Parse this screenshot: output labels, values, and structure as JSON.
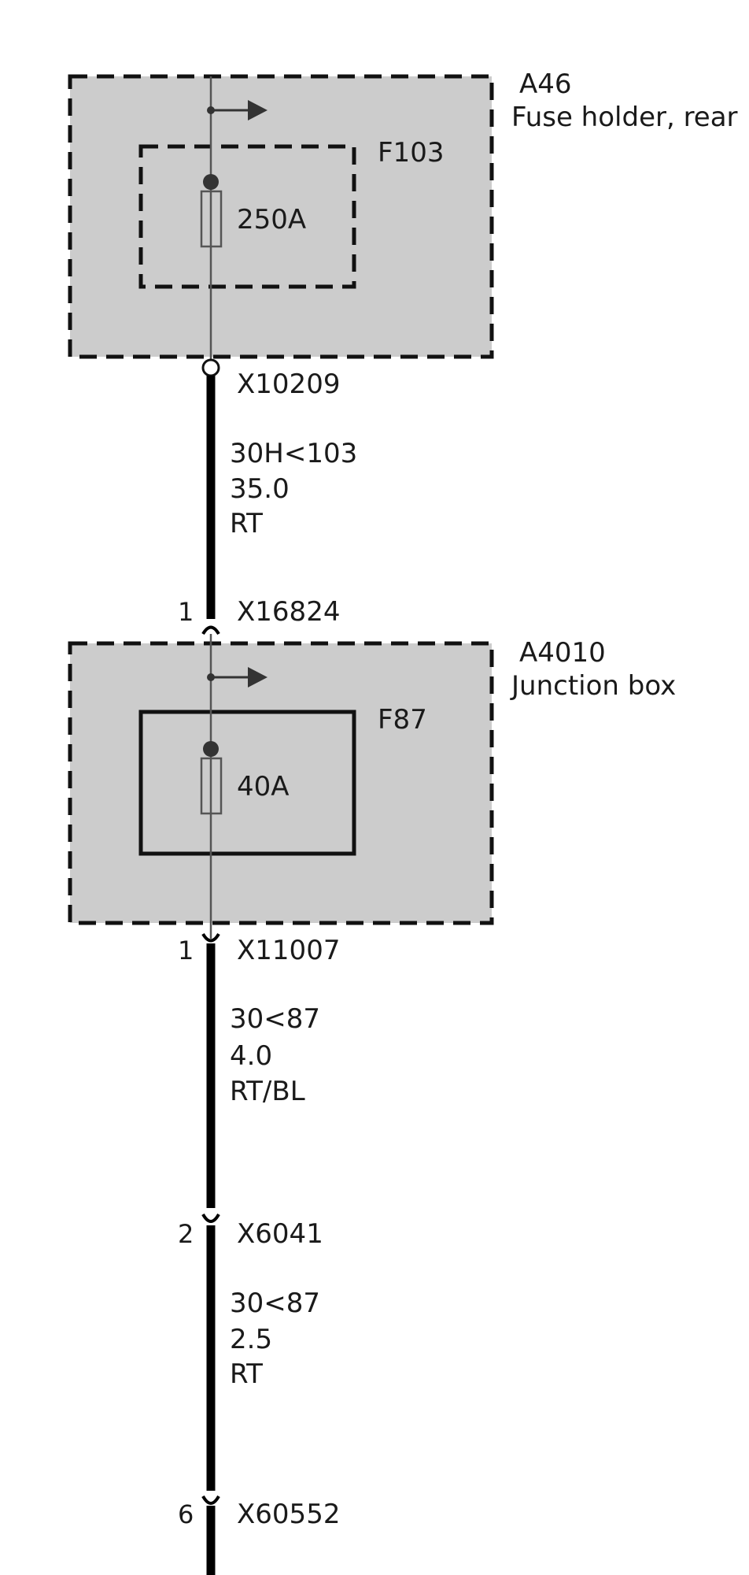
{
  "components": [
    {
      "id": "A46",
      "name": "Fuse holder, rear"
    },
    {
      "id": "A4010",
      "name": "Junction box"
    }
  ],
  "fuses": [
    {
      "id": "F103",
      "rating": "250A"
    },
    {
      "id": "F87",
      "rating": "40A"
    }
  ],
  "connectors": [
    {
      "id": "X10209",
      "pin": ""
    },
    {
      "id": "X16824",
      "pin": "1"
    },
    {
      "id": "X11007",
      "pin": "1"
    },
    {
      "id": "X6041",
      "pin": "2"
    },
    {
      "id": "X60552",
      "pin": "6"
    }
  ],
  "wires": [
    {
      "signal": "30H<103",
      "gauge": "35.0",
      "color": "RT"
    },
    {
      "signal": "30<87",
      "gauge": "4.0",
      "color": "RT/BL"
    },
    {
      "signal": "30<87",
      "gauge": "2.5",
      "color": "RT"
    }
  ],
  "colors": {
    "box_fill": "#cccccc",
    "line": "#111111",
    "wire": "#000000",
    "thin_line": "#555555"
  }
}
